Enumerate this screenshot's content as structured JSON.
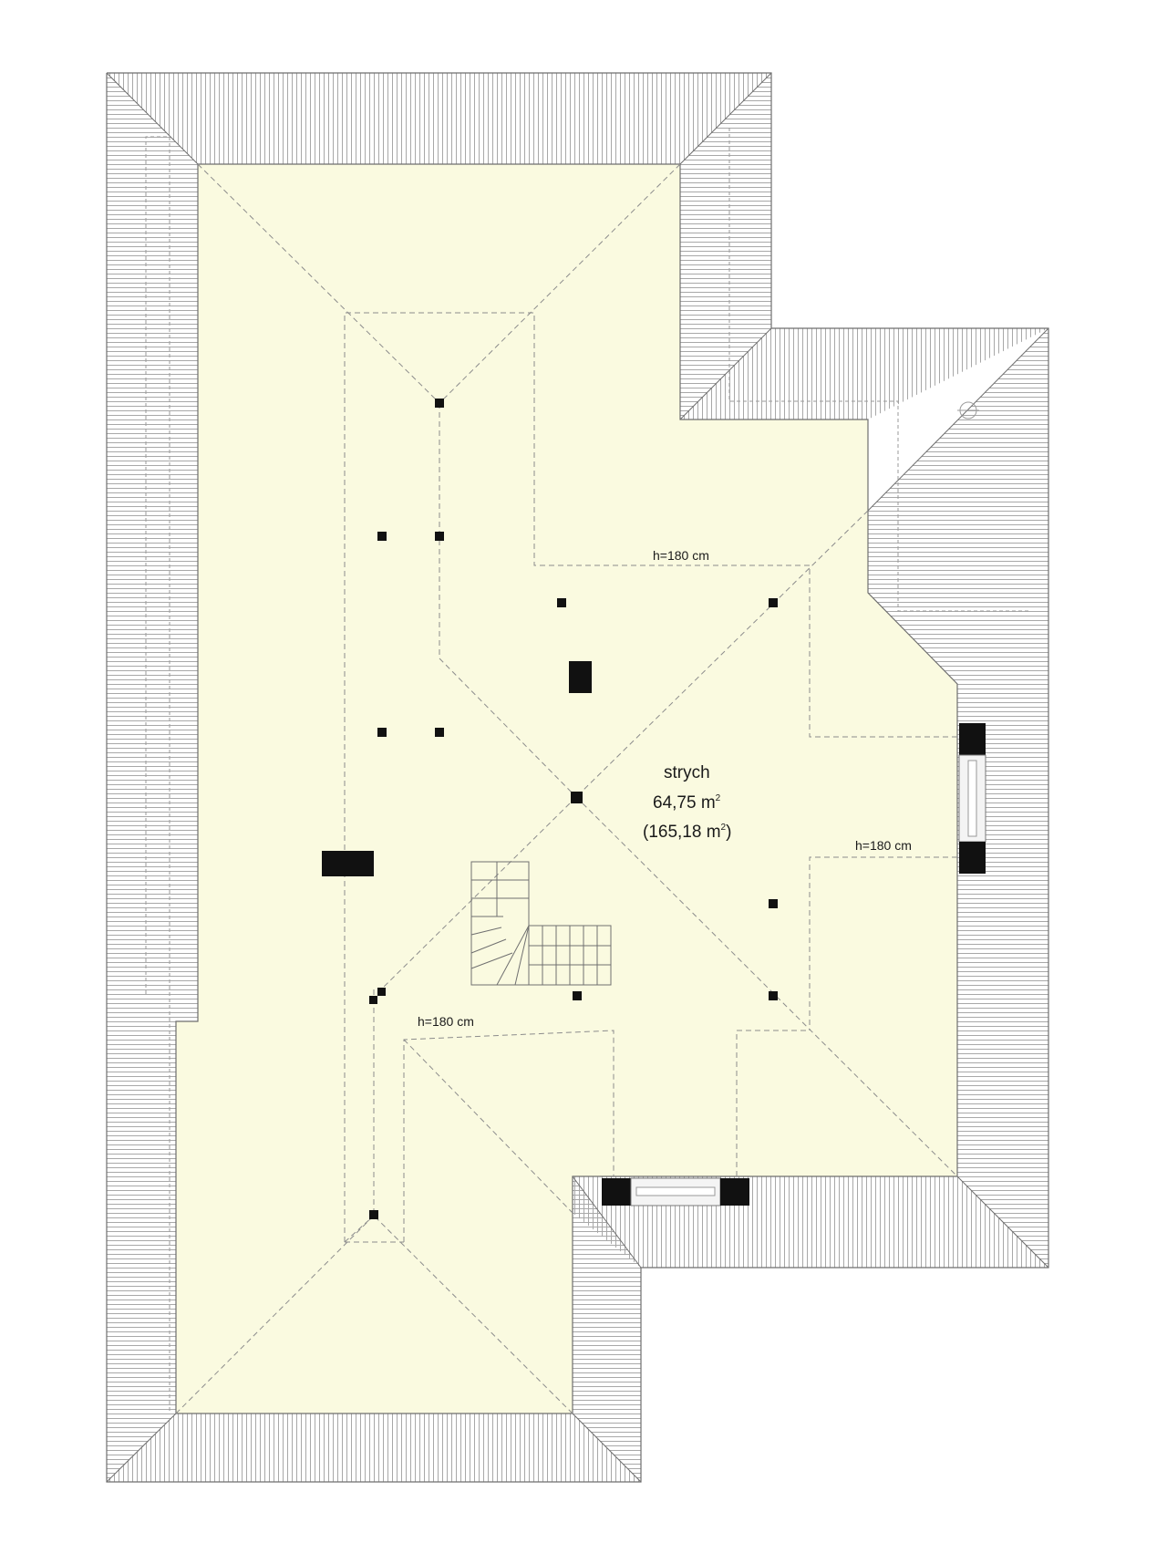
{
  "room": {
    "name": "strych",
    "area_value": "64,75 m",
    "area_sup": "2",
    "total_open": "(165,18 m",
    "total_sup": "2",
    "total_close": ")"
  },
  "height_labels": [
    "h=180 cm",
    "h=180 cm",
    "h=180 cm"
  ],
  "colors": {
    "floor": "#fafae0",
    "roof_line": "#a8a8a8",
    "outline": "#6e6e6e",
    "dashed": "#8c8c8c",
    "column": "#111111"
  },
  "icons": [
    "roof-hatch-lines",
    "column-post",
    "chimney",
    "stair",
    "roof-window",
    "compass-mark"
  ]
}
